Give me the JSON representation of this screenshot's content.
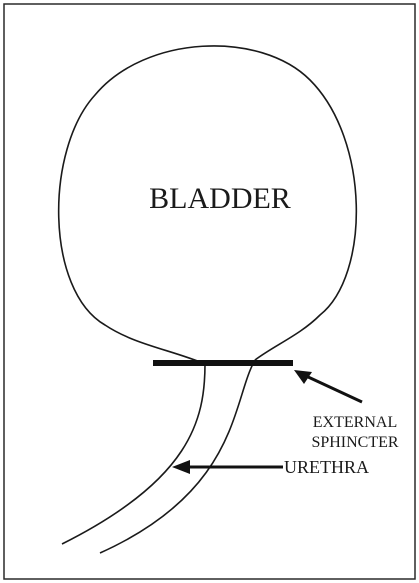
{
  "labels": {
    "bladder": "BLADDER",
    "sphincter_line1": "EXTERNAL",
    "sphincter_line2": "SPHINCTER",
    "urethra": "URETHRA"
  },
  "colors": {
    "ink": "#1a1a1a",
    "background": "#ffffff"
  }
}
